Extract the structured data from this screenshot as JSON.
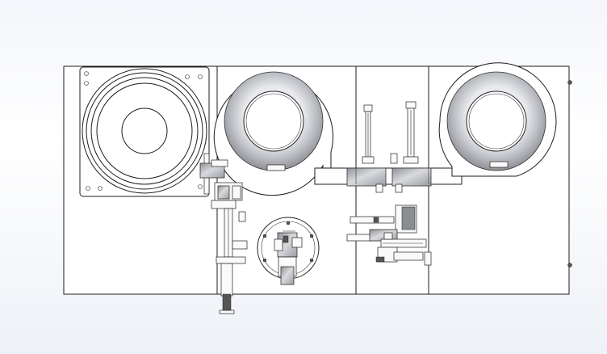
{
  "view": {
    "type": "CAD top view",
    "background": "#f4f6fb",
    "line_color": "#1c1c1c",
    "metal_shade": "#b4b6bc"
  },
  "components": [
    {
      "name": "base-plate"
    },
    {
      "name": "square-fan-housing",
      "icon": "fan-icon"
    },
    {
      "name": "vibratory-bowl-feeder-left",
      "icon": "bowl-icon"
    },
    {
      "name": "vibratory-bowl-feeder-right",
      "icon": "bowl-icon"
    },
    {
      "name": "linear-actuator-pair"
    },
    {
      "name": "feeder-track"
    },
    {
      "name": "vertical-slide-assembly"
    },
    {
      "name": "rotary-indexer",
      "icon": "rotary-table-icon"
    },
    {
      "name": "pick-and-place-unit"
    }
  ]
}
